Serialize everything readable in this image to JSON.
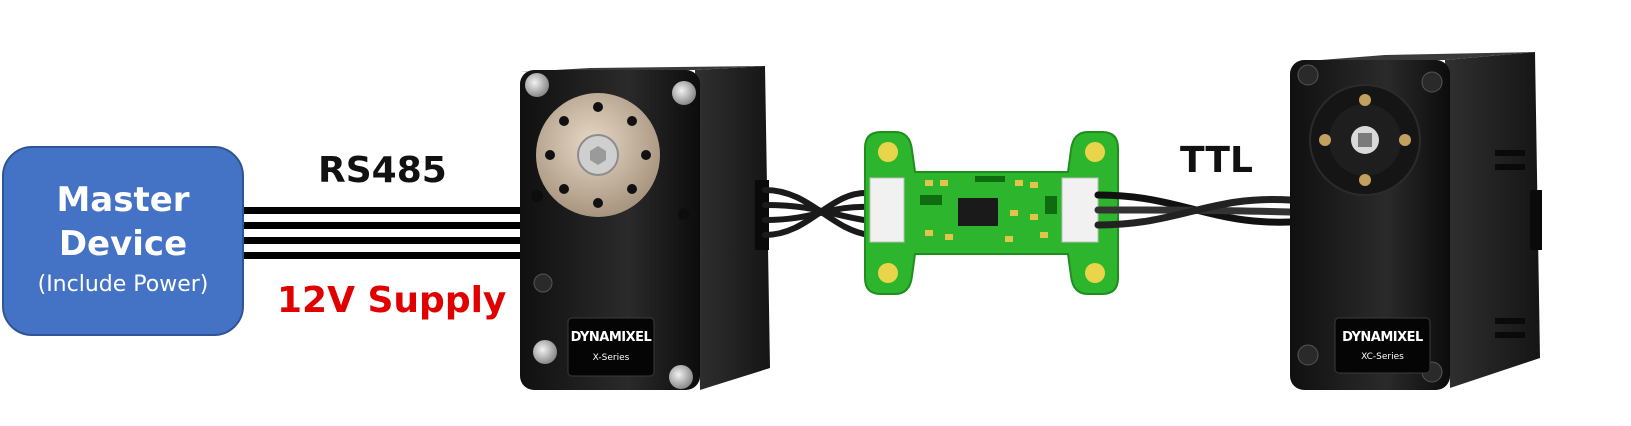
{
  "master": {
    "title_line1": "Master",
    "title_line2": "Device",
    "subtitle": "(Include Power)"
  },
  "link_left": {
    "protocol_label": "RS485",
    "power_label": "12V Supply",
    "power_color": "#e00000"
  },
  "link_right": {
    "protocol_label": "TTL"
  },
  "servo_left": {
    "brand": "DYNAMIXEL",
    "series": "X-Series"
  },
  "servo_right": {
    "brand": "DYNAMIXEL",
    "series": "XC-Series"
  },
  "colors": {
    "master_fill": "#4472c4",
    "pcb_green": "#2db52d",
    "servo_body": "#1b1b1b"
  }
}
